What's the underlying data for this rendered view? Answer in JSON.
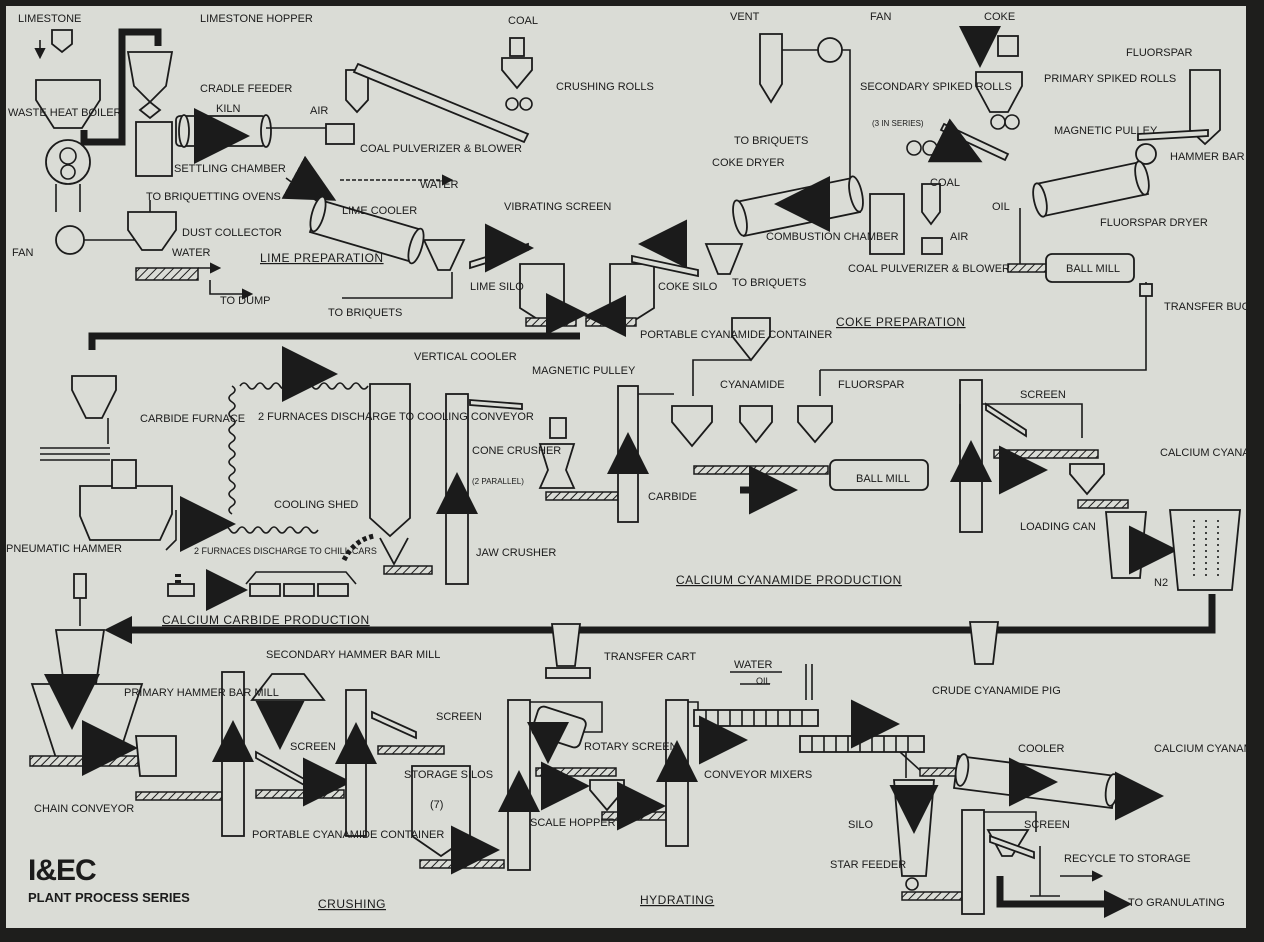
{
  "series_logo": "I&EC",
  "series_title": "PLANT PROCESS SERIES",
  "sections": {
    "lime": "LIME PREPARATION",
    "coke": "COKE PREPARATION",
    "carbide": "CALCIUM CARBIDE PRODUCTION",
    "cyanamide": "CALCIUM CYANAMIDE PRODUCTION",
    "crushing": "CRUSHING",
    "hydrating": "HYDRATING"
  },
  "labels": {
    "limestone": "LIMESTONE",
    "limestone_hopper": "LIMESTONE HOPPER",
    "waste_heat_boiler": "WASTE HEAT BOILER",
    "cradle_feeder": "CRADLE FEEDER",
    "kiln": "KILN",
    "air1": "AIR",
    "settling_chamber": "SETTLING CHAMBER",
    "coal_pulverizer1": "COAL PULVERIZER & BLOWER",
    "coal1": "COAL",
    "crushing_rolls": "CRUSHING ROLLS",
    "to_briquetting_ovens": "TO BRIQUETTING OVENS",
    "dust_collector": "DUST COLLECTOR",
    "fan1": "FAN",
    "water1": "WATER",
    "water2": "WATER",
    "lime_cooler": "LIME COOLER",
    "to_dump": "TO DUMP",
    "vibrating_screen": "VIBRATING SCREEN",
    "lime_silo": "LIME SILO",
    "to_briquets1": "TO BRIQUETS",
    "coke_silo": "COKE SILO",
    "to_briquets2": "TO BRIQUETS",
    "vent": "VENT",
    "fan2": "FAN",
    "to_briquets3": "TO BRIQUETS",
    "coke": "COKE",
    "secondary_spiked_rolls": "SECONDARY SPIKED ROLLS",
    "in_series": "(3 IN SERIES)",
    "primary_spiked_rolls": "PRIMARY SPIKED ROLLS",
    "fluorspar1": "FLUORSPAR",
    "magnetic_pulley1": "MAGNETIC PULLEY",
    "hammer_bar_mill": "HAMMER BAR MILL",
    "coke_dryer": "COKE DRYER",
    "coal2": "COAL",
    "air2": "AIR",
    "combustion_chamber": "COMBUSTION CHAMBER",
    "coal_pulverizer2": "COAL PULVERIZER & BLOWER",
    "oil1": "OIL",
    "fluorspar_dryer": "FLUORSPAR DRYER",
    "ball_mill1": "BALL MILL",
    "transfer_buggy": "TRANSFER BUGGY",
    "portable_container1": "PORTABLE CYANAMIDE CONTAINER",
    "carbide_furnace": "CARBIDE FURNACE",
    "two_furnaces_cooling": "2 FURNACES DISCHARGE TO COOLING CONVEYOR",
    "vertical_cooler": "VERTICAL COOLER",
    "magnetic_pulley2": "MAGNETIC PULLEY",
    "cone_crusher": "CONE CRUSHER",
    "two_parallel": "(2 PARALLEL)",
    "cooling_shed": "COOLING SHED",
    "jaw_crusher": "JAW CRUSHER",
    "two_furnaces_chill": "2 FURNACES DISCHARGE TO CHILL CARS",
    "pneumatic_hammer": "PNEUMATIC HAMMER",
    "cyanamide": "CYANAMIDE",
    "fluorspar2": "FLUORSPAR",
    "carbide": "CARBIDE",
    "ball_mill2": "BALL MILL",
    "screen1": "SCREEN",
    "loading_can": "LOADING CAN",
    "calcium_cyanamide_oven": "CALCIUM CYANAMIDE OVEN",
    "n2": "N2",
    "crude_cyanamide_pig": "CRUDE CYANAMIDE PIG",
    "transfer_cart": "TRANSFER CART",
    "primary_hammer_bar_mill": "PRIMARY HAMMER BAR MILL",
    "secondary_hammer_bar_mill": "SECONDARY HAMMER BAR MILL",
    "screen2": "SCREEN",
    "screen3": "SCREEN",
    "chain_conveyor": "CHAIN CONVEYOR",
    "portable_container2": "PORTABLE CYANAMIDE CONTAINER",
    "storage_silos": "STORAGE SILOS",
    "storage_silos_q": "(7)",
    "rotary_screen": "ROTARY SCREEN",
    "scale_hopper": "SCALE HOPPER",
    "water3": "WATER",
    "oil2": "OIL",
    "conveyor_mixers": "CONVEYOR MIXERS",
    "cooler": "COOLER",
    "product_to_storage": "CALCIUM CYANAMIDE PRODUCT TO STORAGE OR SHIPPING",
    "silo": "SILO",
    "screen4": "SCREEN",
    "star_feeder": "STAR FEEDER",
    "recycle_to_storage": "RECYCLE TO STORAGE",
    "to_granulating": "TO GRANULATING"
  }
}
